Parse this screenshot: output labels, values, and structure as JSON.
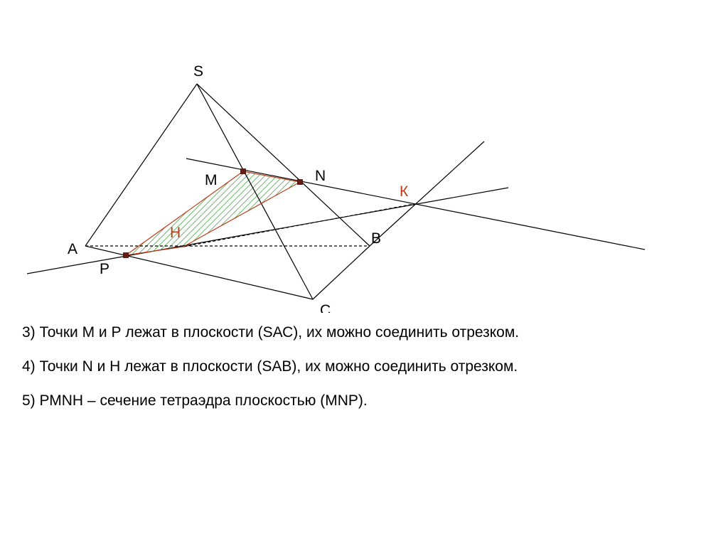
{
  "diagram": {
    "points": {
      "S": "S",
      "A": "A",
      "B": "B",
      "C": "C",
      "M": "M",
      "N": "N",
      "P": "P",
      "H": "H",
      "K": "К"
    },
    "colors": {
      "line": "#000000",
      "section_edge": "#c0391b",
      "hatch": "#1f8a1f",
      "point": "#6b1a12",
      "red_label": "#c0391b"
    }
  },
  "notes": [
    "3) Точки М и Р лежат в плоскости (SАС), их можно соединить отрезком.",
    "4) Точки N и Н лежат в плоскости (SАВ), их можно соединить отрезком.",
    "5) РМNН – сечение тетраэдра плоскостью (МNР)."
  ]
}
